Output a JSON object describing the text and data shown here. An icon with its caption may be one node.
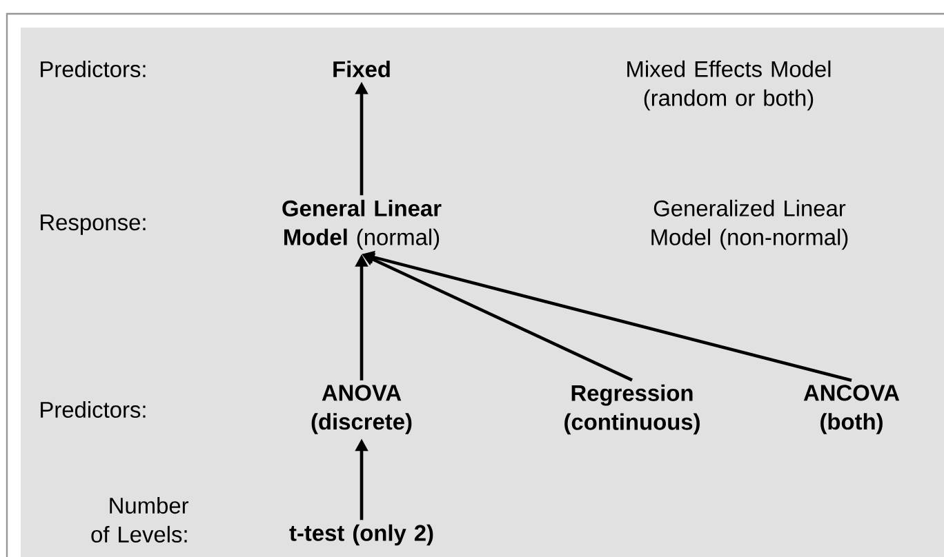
{
  "diagram": {
    "nodes": [
      {
        "text": [
          "Fixed"
        ]
      },
      {
        "text": [
          "**General Linear Model** (normal)"
        ]
      },
      {
        "text": [
          "ANOVA (discrete)"
        ]
      },
      {
        "text": [
          "Regression (continuous)"
        ]
      },
      {
        "text": [
          "ANCOVA (both)"
        ]
      },
      {
        "text": [
          "t-test (only 2)"
        ]
      }
    ],
    "edges": [
      {
        "from": 1,
        "to": 0,
        "arrow": "to"
      },
      {
        "from": 2,
        "to": 1,
        "arrow": "to"
      },
      {
        "from": 3,
        "to": 1,
        "arrow": "to"
      },
      {
        "from": 4,
        "to": 1,
        "arrow": "to"
      },
      {
        "from": 5,
        "to": 2,
        "arrow": "to"
      }
    ],
    "labels": [
      "Predictors:",
      "Mixed Effects Model (random or both)",
      "Response:",
      "Generalized Linear Model (non-normal)",
      "Predictors:",
      "Number of Levels:"
    ]
  }
}
